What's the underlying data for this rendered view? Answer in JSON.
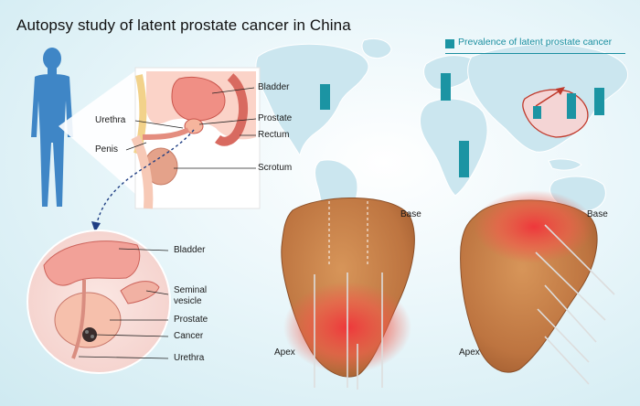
{
  "title": "Autopsy study of latent prostate cancer in China",
  "legend": {
    "label": "Prevalence of latent prostate cancer",
    "color": "#1b94a3"
  },
  "sagittal_labels": {
    "bladder": "Bladder",
    "prostate": "Prostate",
    "rectum": "Rectum",
    "scrotum": "Scrotum",
    "urethra": "Urethra",
    "penis": "Penis"
  },
  "zoom_labels": {
    "bladder": "Bladder",
    "seminal_vesicle_line1": "Seminal",
    "seminal_vesicle_line2": "vesicle",
    "prostate": "Prostate",
    "cancer": "Cancer",
    "urethra": "Urethra"
  },
  "specimen_labels": {
    "base_left": "Base",
    "apex_left": "Apex",
    "base_right": "Base",
    "apex_right": "Apex"
  },
  "colors": {
    "bar": "#1b94a3",
    "map": "#cfe8f0",
    "body": "#3f86c6",
    "tissue": "#c8844a",
    "tumor": "#e8383a",
    "arrow": "#c0392b"
  }
}
